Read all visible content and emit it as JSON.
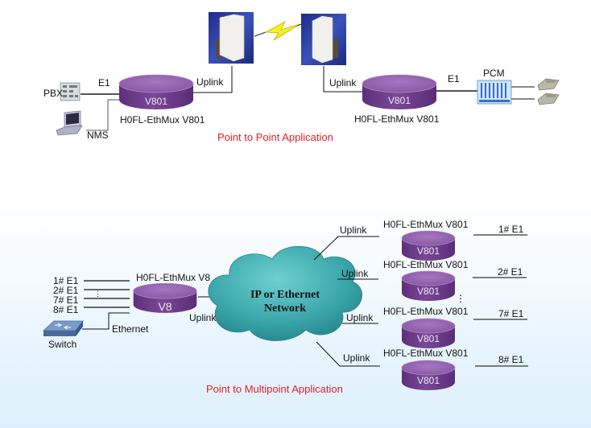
{
  "colors": {
    "device_top": "#8c5aa8",
    "device_side": "#6a3a86",
    "caption_red": "#e0202a",
    "cloud": "#3aa6aa",
    "lightning": "#f5f020",
    "antenna_bg": "#2c3a9a"
  },
  "p2p": {
    "caption": "Point to Point Application",
    "left": {
      "pbx_label": "PBX",
      "nms_label": "NMS",
      "e1_label": "E1",
      "uplink_label": "Uplink",
      "device_text": "V801",
      "device_name": "H0FL-EthMux V801"
    },
    "right": {
      "pcm_label": "PCM",
      "e1_label": "E1",
      "uplink_label": "Uplink",
      "device_text": "V801",
      "device_name": "H0FL-EthMux V801"
    },
    "icons": [
      "pbx-icon",
      "laptop-icon",
      "antenna-icon",
      "lightning-icon",
      "pcm-icon",
      "telephone-icon"
    ]
  },
  "p2mp": {
    "caption": "Point to Multipoint Application",
    "cloud_text_line1": "IP or Ethernet",
    "cloud_text_line2": "Network",
    "hub": {
      "device_text": "V8",
      "device_name": "H0FL-EthMux V8",
      "uplink_label": "Uplink",
      "ethernet_label": "Ethernet",
      "switch_label": "Switch",
      "e1_inputs": [
        "1# E1",
        "2# E1",
        "7# E1",
        "8# E1"
      ],
      "ellipsis": "⋮"
    },
    "remotes": [
      {
        "uplink_label": "Uplink",
        "device_name": "H0FL-EthMux V801",
        "device_text": "V801",
        "e1_label": "1# E1"
      },
      {
        "uplink_label": "Uplink",
        "device_name": "H0FL-EthMux V801",
        "device_text": "V801",
        "e1_label": "2# E1"
      },
      {
        "uplink_label": "Uplink",
        "device_name": "H0FL-EthMux V801",
        "device_text": "V801",
        "e1_label": "7# E1"
      },
      {
        "uplink_label": "Uplink",
        "device_name": "H0FL-EthMux V801",
        "device_text": "V801",
        "e1_label": "8# E1"
      }
    ],
    "remote_ellipsis": "⋮"
  }
}
